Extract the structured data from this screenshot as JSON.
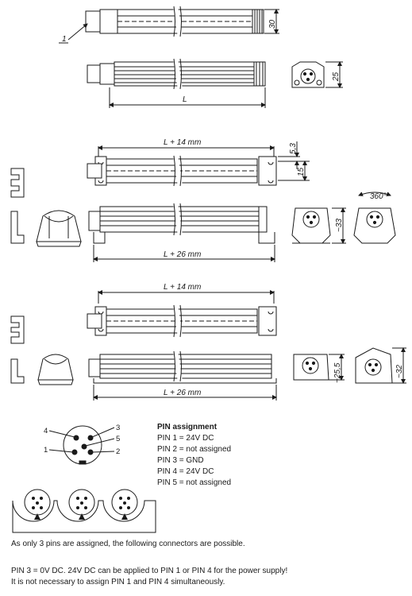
{
  "callout_number": "1",
  "dims": {
    "d30": "30",
    "d25": "25",
    "L": "L",
    "L14_a": "L + 14 mm",
    "d5_3": "5,3",
    "d15": "15",
    "deg360": "360°",
    "d33": "~33",
    "L26_a": "L + 26 mm",
    "L14_b": "L + 14 mm",
    "d25_5": "~25,5",
    "d32": "~32",
    "L26_b": "L + 26 mm"
  },
  "pin_diagram": {
    "labels": [
      "4",
      "3",
      "5",
      "1",
      "2"
    ]
  },
  "pin_assignment": {
    "title": "PIN assignment",
    "rows": [
      "PIN 1 = 24V DC",
      "PIN 2 = not assigned",
      "PIN 3 = GND",
      "PIN 4 = 24V DC",
      "PIN 5 = not assigned"
    ]
  },
  "notes": {
    "connectors": "As only 3 pins are assigned, the following connectors are possible.",
    "line1": "PIN 3 = 0V DC. 24V DC can be applied to PIN 1 or PIN 4 for the power supply!",
    "line2": "It is not necessary to assign PIN 1 and PIN 4 simultaneously."
  }
}
